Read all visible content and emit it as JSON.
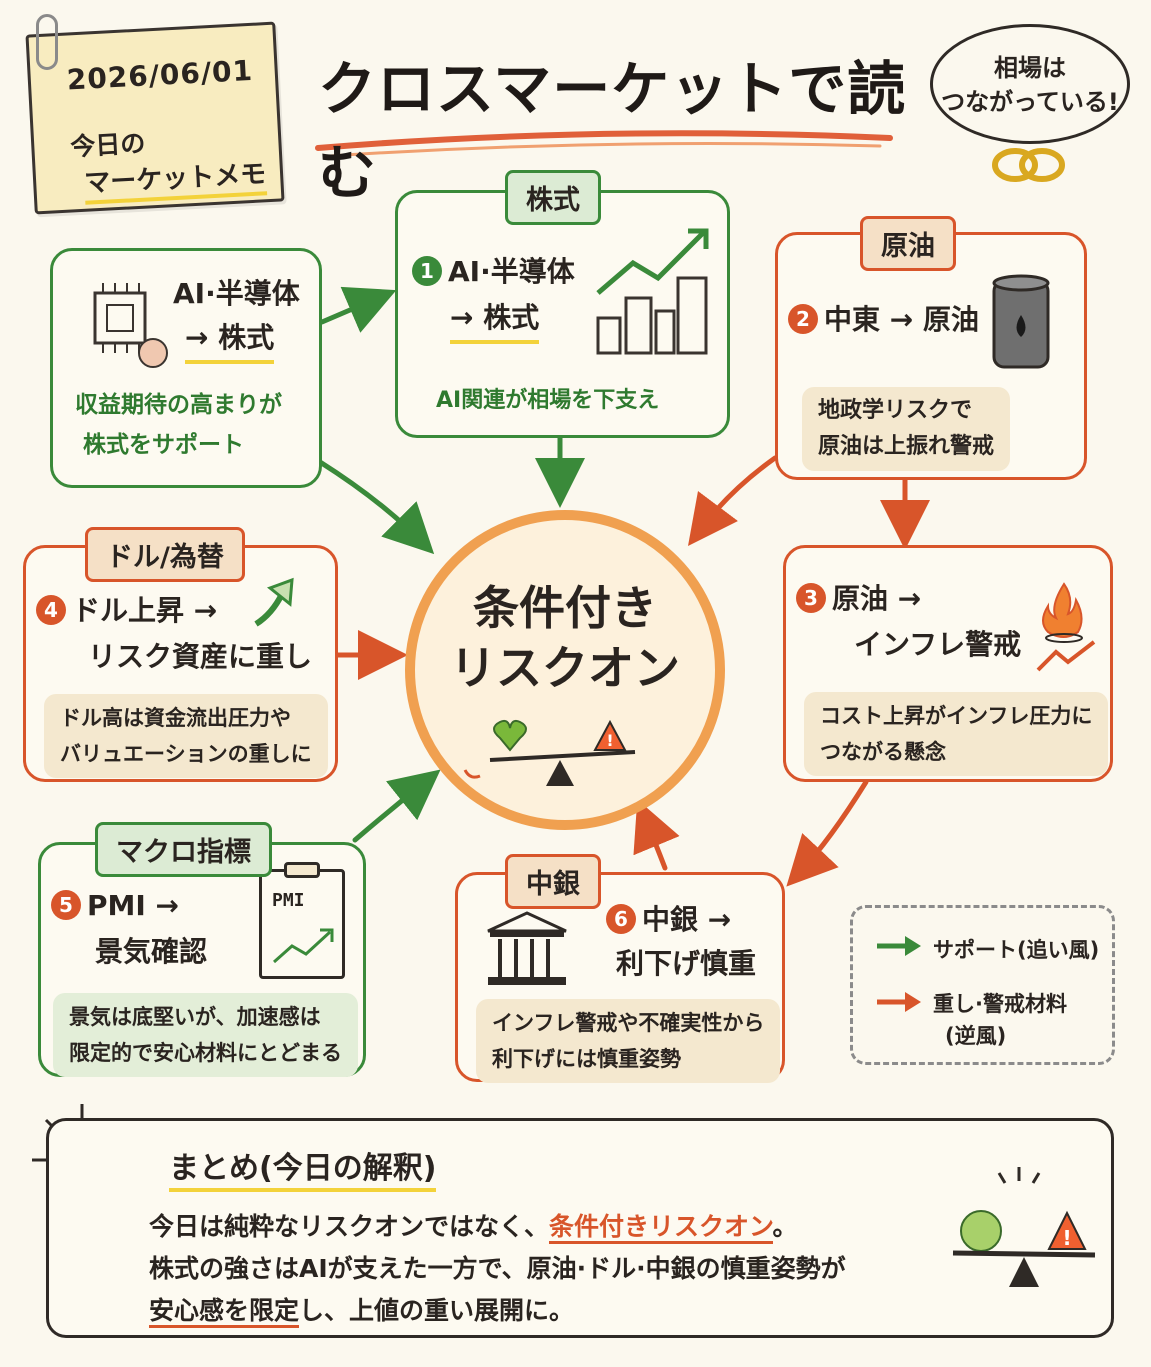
{
  "memo": {
    "date": "2026/06/01",
    "line1": "今日の",
    "line2": "マーケットメモ"
  },
  "title": "クロスマーケットで読む",
  "bubble": {
    "line1": "相場は",
    "line2": "つながっている!"
  },
  "ai_box": {
    "head1": "AI·半導体",
    "head2": "→ 株式",
    "note1": "収益期待の高まりが",
    "note2": "株式をサポート"
  },
  "stock": {
    "tag": "株式",
    "num": "1",
    "head1": "AI·半導体",
    "head2": "→ 株式",
    "note": "AI関連が相場を下支え"
  },
  "oil": {
    "tag": "原油",
    "num": "2",
    "head": "中東 → 原油",
    "note1": "地政学リスクで",
    "note2": "原油は上振れ警戒"
  },
  "inflation": {
    "num": "3",
    "head1": "原油 →",
    "head2": "インフレ警戒",
    "note1": "コスト上昇がインフレ圧力に",
    "note2": "つながる懸念"
  },
  "dollar": {
    "tag": "ドル/為替",
    "num": "4",
    "head1": "ドル上昇 →",
    "head2": "リスク資産に重し",
    "note1": "ドル高は資金流出圧力や",
    "note2": "バリュエーションの重しに"
  },
  "macro": {
    "tag": "マクロ指標",
    "num": "5",
    "head1": "PMI →",
    "head2": "景気確認",
    "icon_label": "PMI",
    "note1": "景気は底堅いが、加速感は",
    "note2": "限定的で安心材料にとどまる"
  },
  "cb": {
    "tag": "中銀",
    "num": "6",
    "head1": "中銀 →",
    "head2": "利下げ慎重",
    "note1": "インフレ警戒や不確実性から",
    "note2": "利下げには慎重姿勢"
  },
  "center": {
    "line1": "条件付き",
    "line2": "リスクオン"
  },
  "legend": {
    "support": "サポート(追い風)",
    "weight1": "重し·警戒材料",
    "weight2": "(逆風)"
  },
  "summary": {
    "title": "まとめ(今日の解釈)",
    "l1a": "今日は純粋なリスクオンではなく、",
    "l1b": "条件付きリスクオン",
    "l1c": "。",
    "l2": "株式の強さはAIが支えた一方で、原油·ドル·中銀の慎重姿勢が",
    "l3a": "安心感を限定",
    "l3b": "し、上値の重い展開に。"
  },
  "colors": {
    "green": "#3a8a3a",
    "orange": "#d8552a",
    "yellow": "#f3d23a"
  }
}
